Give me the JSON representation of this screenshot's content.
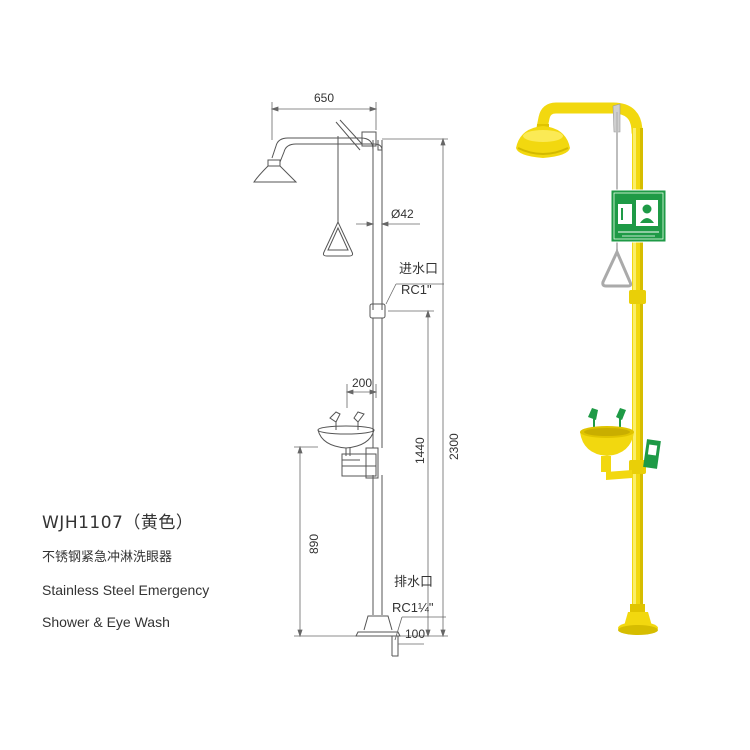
{
  "product": {
    "model": "WJH1107（黄色）",
    "name_cn": "不锈钢紧急冲淋洗眼器",
    "name_en_line1": "Stainless Steel Emergency",
    "name_en_line2": "Shower & Eye Wash"
  },
  "drawing": {
    "dim_arm_length": "650",
    "dim_pipe_diameter": "Ø42",
    "inlet_label": "进水口",
    "inlet_thread": "RC1\"",
    "dim_eyewash_offset": "200",
    "dim_inlet_height": "1440",
    "dim_total_height": "2300",
    "dim_bowl_height": "890",
    "outlet_label": "排水口",
    "outlet_thread": "RC1¼\"",
    "dim_base": "100"
  },
  "colors": {
    "safety_yellow": "#f2d80f",
    "sign_green": "#1e9a46",
    "line": "#555555"
  }
}
